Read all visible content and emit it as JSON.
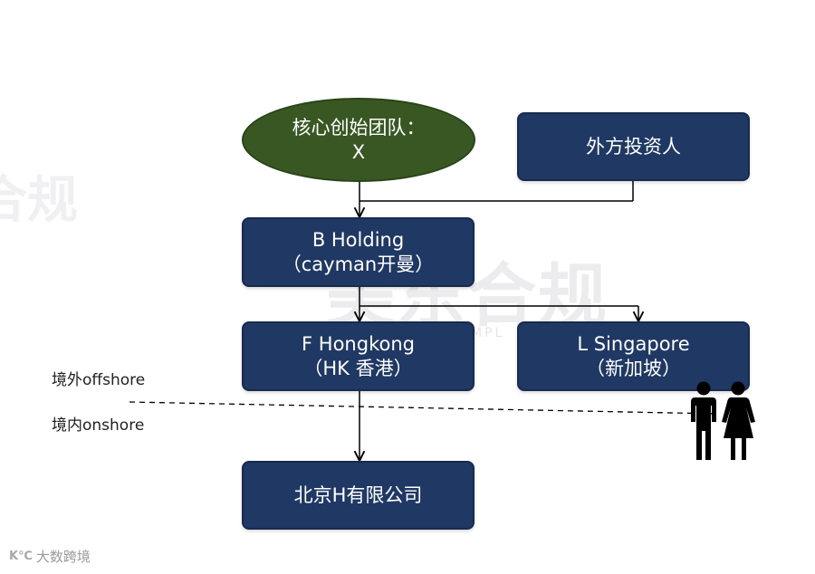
{
  "nodes": {
    "core_team": {
      "line1": "核心创始团队：",
      "line2": "X"
    },
    "foreign_investor": {
      "line1": "外方投资人"
    },
    "b_holding": {
      "line1": "B Holding",
      "line2": "（cayman开曼）"
    },
    "f_hongkong": {
      "line1": "F Hongkong",
      "line2": "（HK 香港）"
    },
    "l_singapore": {
      "line1": "L Singapore",
      "line2": "（新加坡）"
    },
    "beijing_h": {
      "line1": "北京H有限公司"
    }
  },
  "regions": {
    "offshore": "境外offshore",
    "onshore": "境内onshore"
  },
  "watermark": {
    "main": "美东合规",
    "left": "合规",
    "sub": "MPL"
  },
  "logo": {
    "mark": "K℃",
    "text": "大数跨境"
  },
  "colors": {
    "node_fill": "#1f3864",
    "ellipse_fill": "#385723",
    "line": "#000000"
  }
}
